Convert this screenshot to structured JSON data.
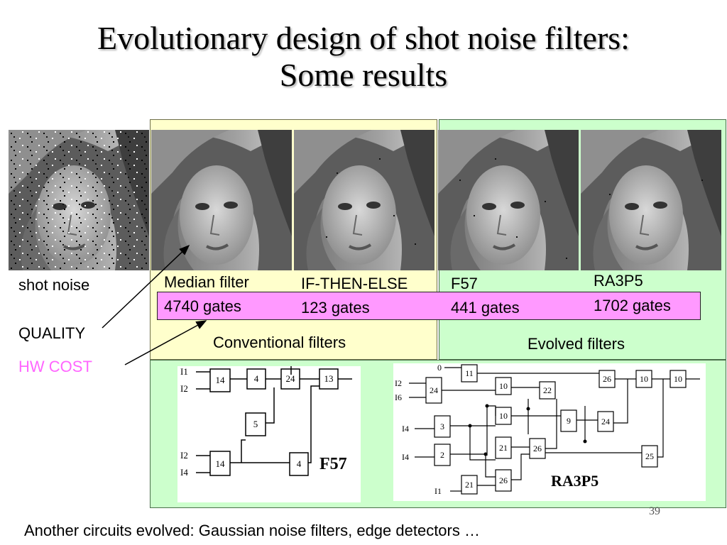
{
  "slide": {
    "title_line1": "Evolutionary design of shot noise filters:",
    "title_line2": "Some results",
    "page_number": "39"
  },
  "labels": {
    "shot_noise": "shot noise",
    "quality": "QUALITY",
    "hw_cost": "HW COST",
    "conventional": "Conventional filters",
    "evolved": "Evolved filters"
  },
  "filters": [
    {
      "name": "Median filter",
      "gates": "4740 gates"
    },
    {
      "name": "IF-THEN-ELSE",
      "gates": "123 gates"
    },
    {
      "name": "F57",
      "gates": "441 gates"
    },
    {
      "name": "RA3P5",
      "gates": "1702 gates"
    }
  ],
  "circuit_f57": {
    "caption": "F57",
    "inputs": [
      "I1",
      "I2",
      "I2",
      "I4"
    ],
    "nodes": [
      "14",
      "4",
      "24",
      "13",
      "5",
      "14",
      "4"
    ]
  },
  "circuit_ra3p5": {
    "caption": "RA3P5",
    "inputs": [
      "0",
      "I2",
      "I6",
      "I4",
      "I4",
      "I1"
    ],
    "nodes": [
      "11",
      "24",
      "10",
      "22",
      "26",
      "10",
      "10",
      "10",
      "9",
      "24",
      "3",
      "21",
      "26",
      "2",
      "25",
      "21",
      "26"
    ]
  },
  "footer": "Another circuits evolved: Gaussian noise filters, edge detectors …",
  "colors": {
    "hw_cost": "#ff66ff",
    "gates_bar": "#ff99ff",
    "yellow_panel": "#ffffcc",
    "green_panel": "#ccffcc"
  }
}
